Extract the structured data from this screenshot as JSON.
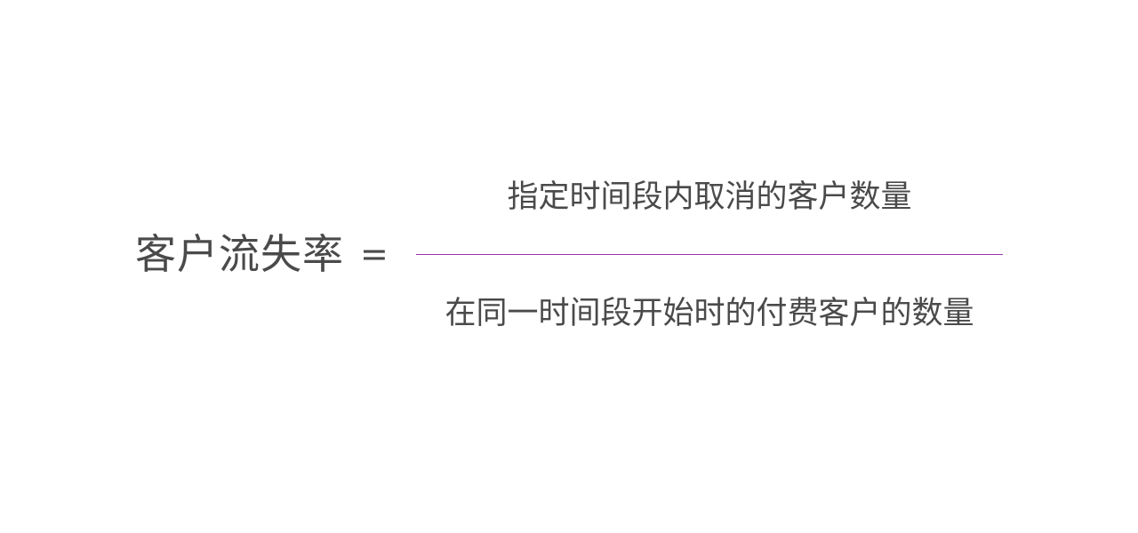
{
  "formula": {
    "term": "客户流失率",
    "operator": "=",
    "numerator": "指定时间段内取消的客户数量",
    "denominator": "在同一时间段开始时的付费客户的数量"
  },
  "colors": {
    "text": "#4a4a4a",
    "fraction_bar": "#9b30b0",
    "background": "#ffffff"
  }
}
